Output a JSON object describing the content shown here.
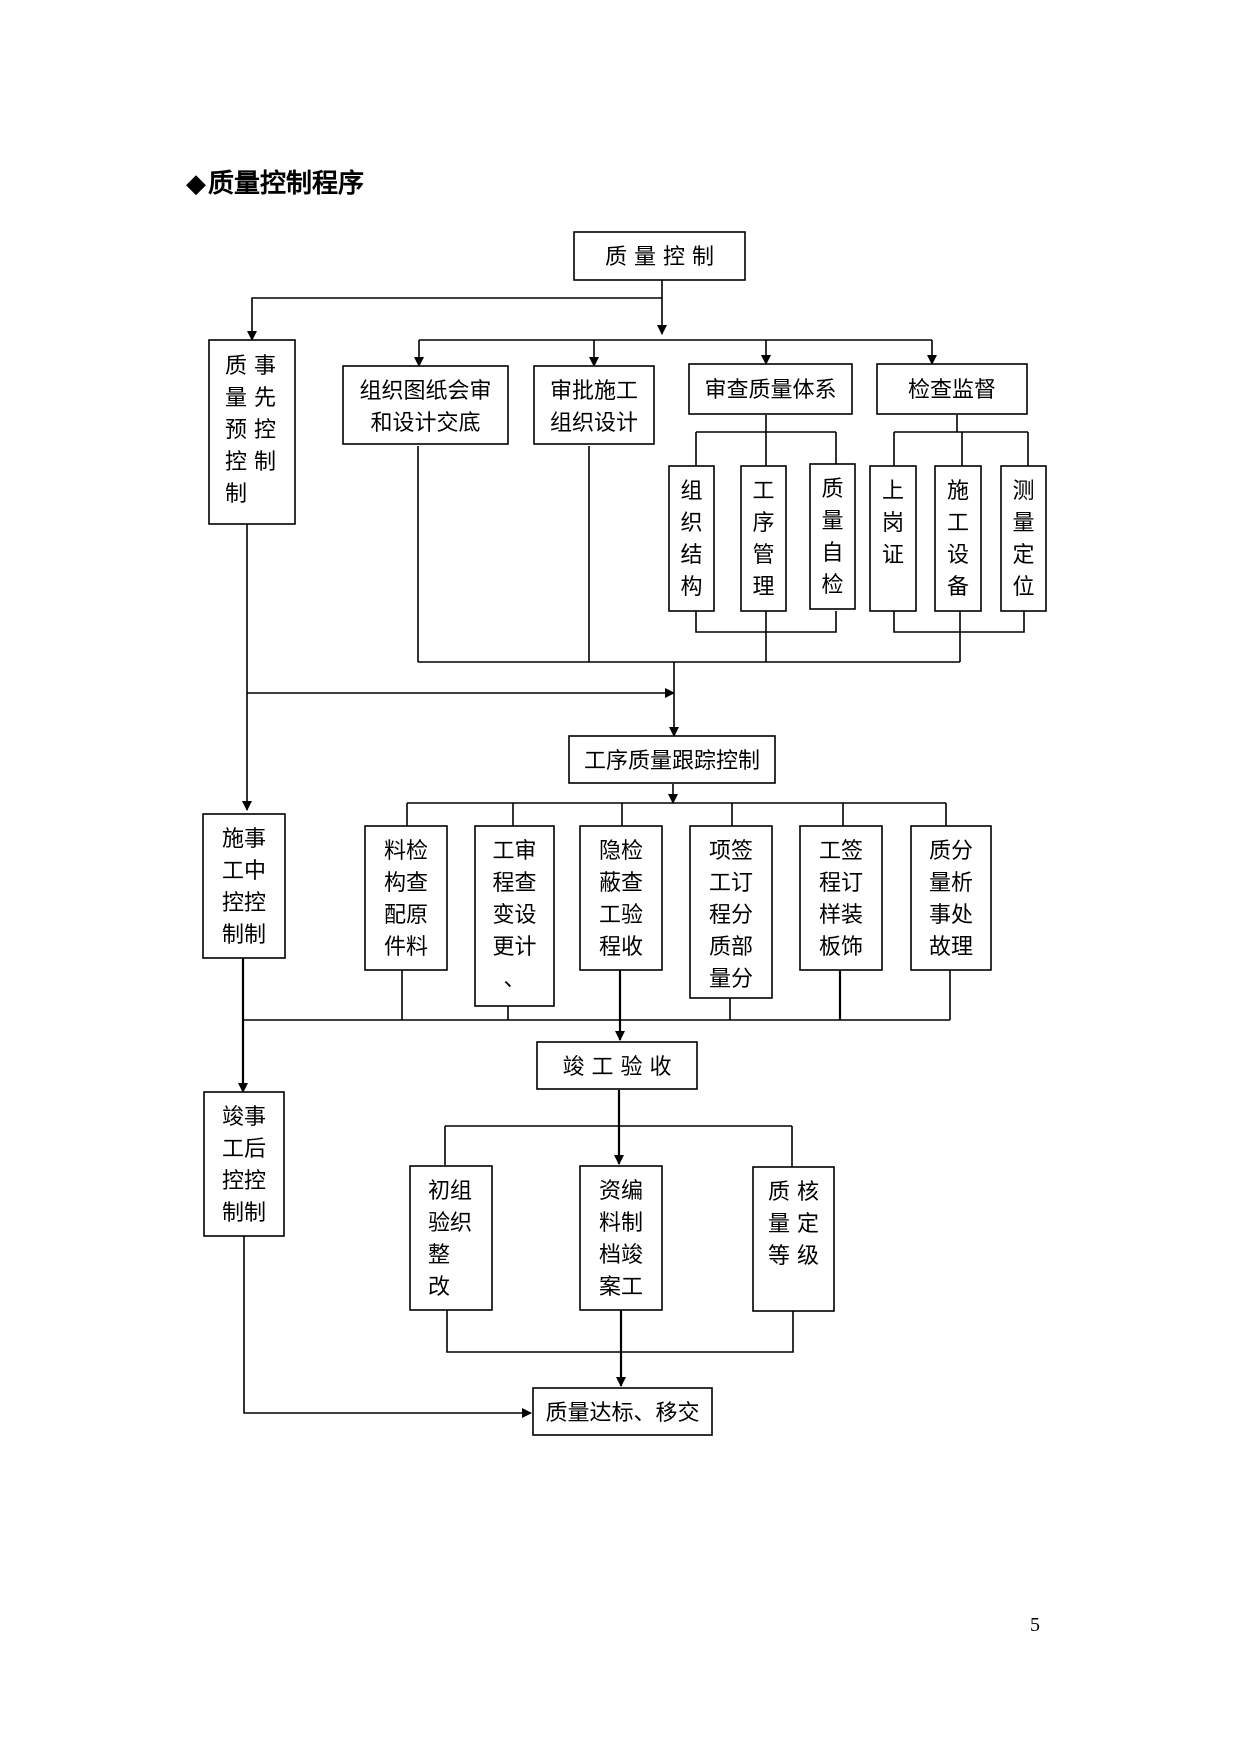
{
  "heading": {
    "bullet": "◆",
    "text": "质量控制程序"
  },
  "page_number": "5",
  "nodes": {
    "root": "质 量 控 制",
    "pre": [
      "质 事",
      "量 先",
      "预 控",
      "控 制",
      "制"
    ],
    "drawing_review": [
      "组织图纸会审",
      "和设计交底"
    ],
    "approve_design": [
      "审批施工",
      "组织设计"
    ],
    "quality_system": "审查质量体系",
    "inspect": "检查监督",
    "qs_org": [
      "组",
      "织",
      "结",
      "构"
    ],
    "qs_process": [
      "工",
      "序",
      "管",
      "理"
    ],
    "qs_selfcheck": [
      "质",
      "量",
      "自",
      "检"
    ],
    "ins_cert": [
      "上",
      "岗",
      "证"
    ],
    "ins_equipment": [
      "施",
      "工",
      "设",
      "备"
    ],
    "ins_survey": [
      "测",
      "量",
      "定",
      "位"
    ],
    "tracking": "工序质量跟踪控制",
    "mid": [
      "施事",
      "工中",
      "控控",
      "制制"
    ],
    "material": [
      "料检",
      "构查",
      "配原",
      "件料"
    ],
    "change": [
      "工审",
      "程查",
      "变设",
      "更计",
      "、"
    ],
    "concealed": [
      "隐检",
      "蔽查",
      "工验",
      "程收"
    ],
    "subitem": [
      "项签",
      "工订",
      "程分",
      "质部",
      "量分"
    ],
    "sample": [
      "工签",
      "程订",
      "样装",
      "板饰"
    ],
    "accident": [
      "质分",
      "量析",
      "事处",
      "故理"
    ],
    "completion": "竣 工 验 收",
    "post": [
      "竣事",
      "工后",
      "控控",
      "制制"
    ],
    "initial": [
      "初组",
      "验织",
      "整",
      "改"
    ],
    "archive": [
      "资编",
      "料制",
      "档竣",
      "案工"
    ],
    "grade": [
      "质 核",
      "量 定",
      "等 级"
    ],
    "final": "质量达标、移交"
  }
}
